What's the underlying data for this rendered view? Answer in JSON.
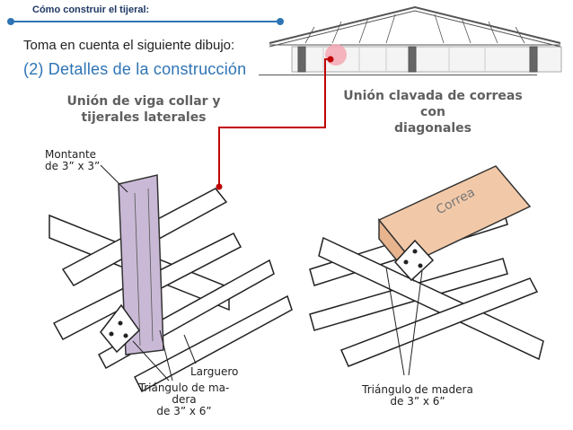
{
  "header": {
    "title": "Cómo construir el tijeral:"
  },
  "intro": {
    "text": "Toma en cuenta el siguiente dibujo:"
  },
  "subtitle": {
    "text": "(2)  Detalles de la construcción"
  },
  "left_detail": {
    "caption_line1": "Unión de viga collar y",
    "caption_line2": "tijerales laterales",
    "montante_line1": "Montante",
    "montante_line2": "de 3” x 3”",
    "larguero": "Larguero",
    "triangulo_line1": "Triángulo de ma-",
    "triangulo_line2": "dera",
    "triangulo_line3": "de 3” x 6”"
  },
  "right_detail": {
    "caption_line1": "Unión clavada de correas con",
    "caption_line2": "diagonales",
    "correa": "Correa",
    "triangulo_line1": "Triángulo de madera",
    "triangulo_line2": "de 3” x 6”"
  },
  "colors": {
    "accent_blue": "#2e74b5",
    "callout_red": "#c00000",
    "highlight_pink": "#f4a7b3",
    "correa_fill": "#f2c9a8"
  }
}
